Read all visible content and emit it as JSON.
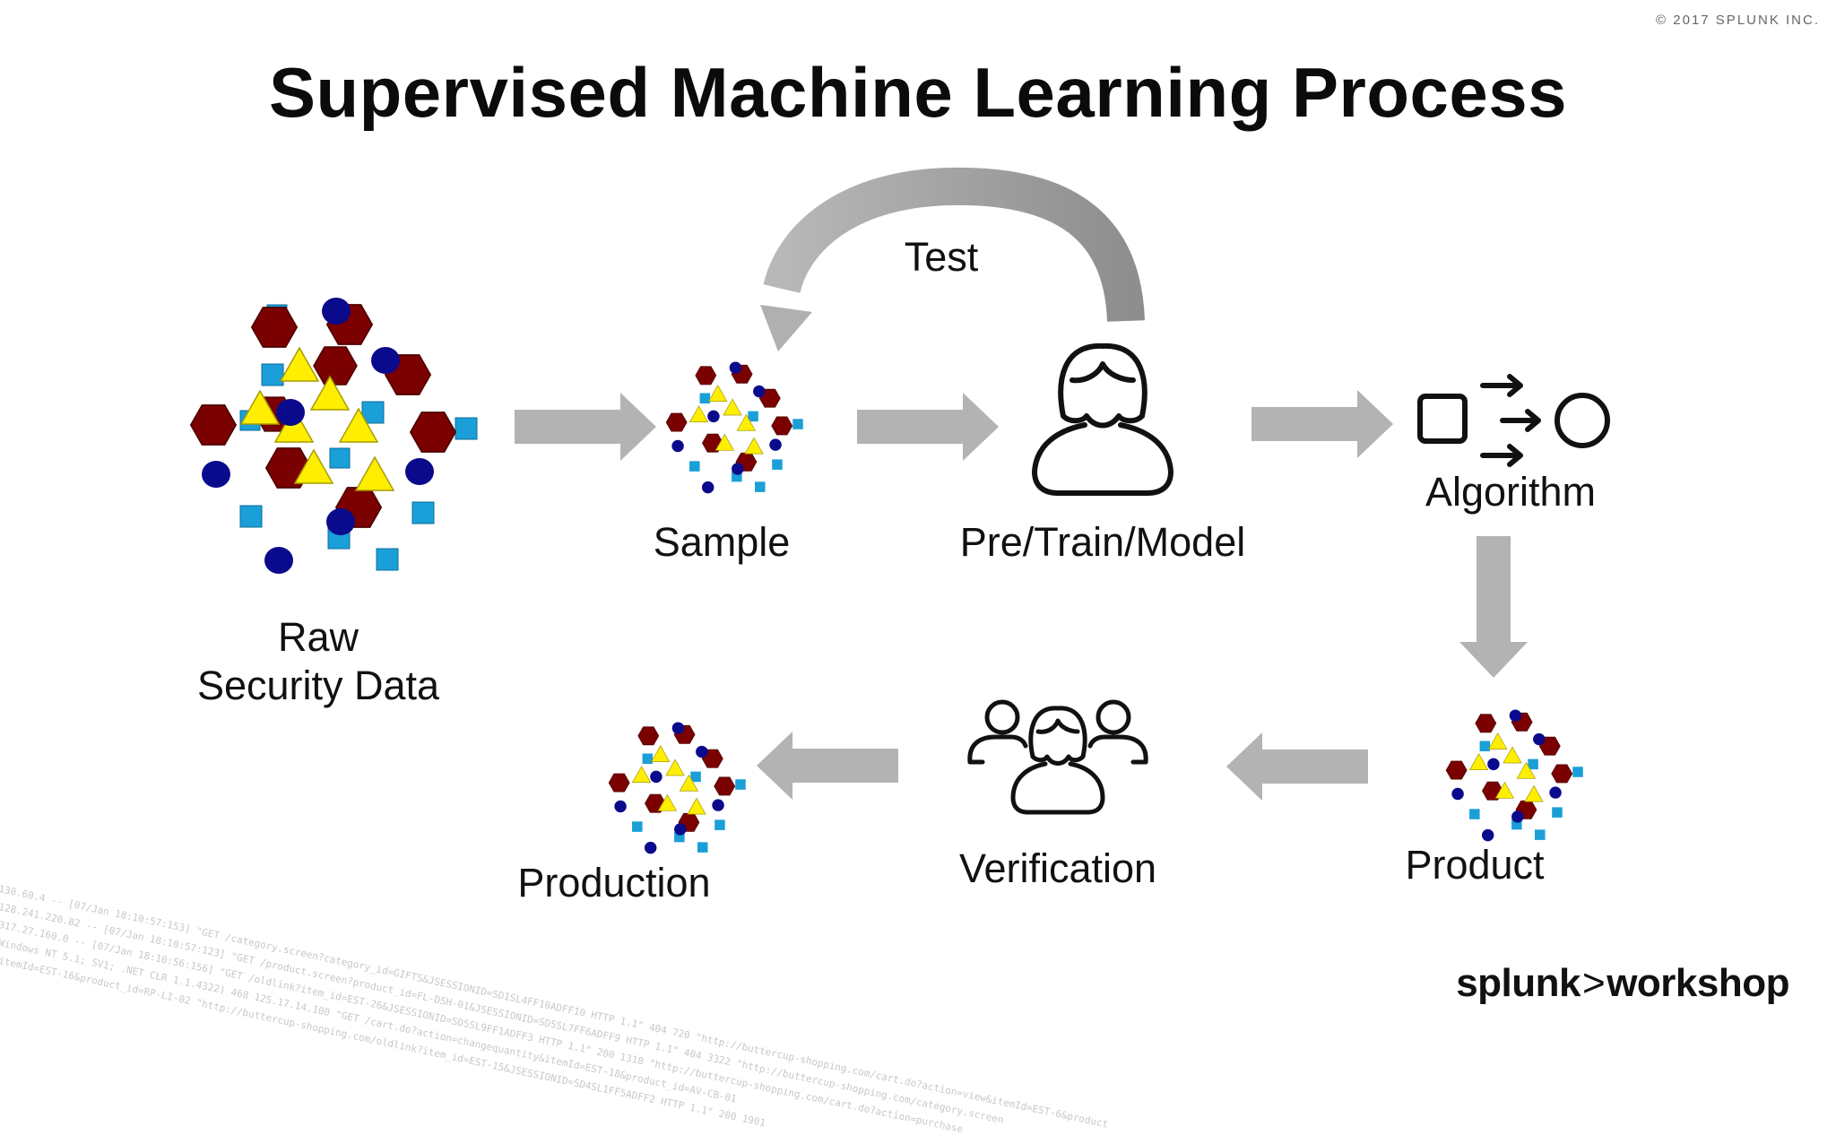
{
  "copyright": "© 2017 SPLUNK INC.",
  "title": "Supervised Machine Learning Process",
  "nodes": {
    "raw": {
      "line1": "Raw",
      "line2": "Security Data"
    },
    "sample": "Sample",
    "pretrain": "Pre/Train/Model",
    "algorithm": "Algorithm",
    "product": "Product",
    "verification": "Verification",
    "production": "Production"
  },
  "test_label": "Test",
  "brand": {
    "part1": "splunk",
    "separator": ">",
    "part2": "workshop"
  },
  "colors": {
    "hexagon": "#7b0000",
    "triangle": "#ffee00",
    "circle": "#0a0a8c",
    "square": "#1a9fd8",
    "arrow": "#b3b3b3",
    "test_arrow": "#9a9a9a"
  },
  "icons": {
    "person": "person-icon",
    "group": "group-icon",
    "algorithm": "algorithm-icon"
  }
}
